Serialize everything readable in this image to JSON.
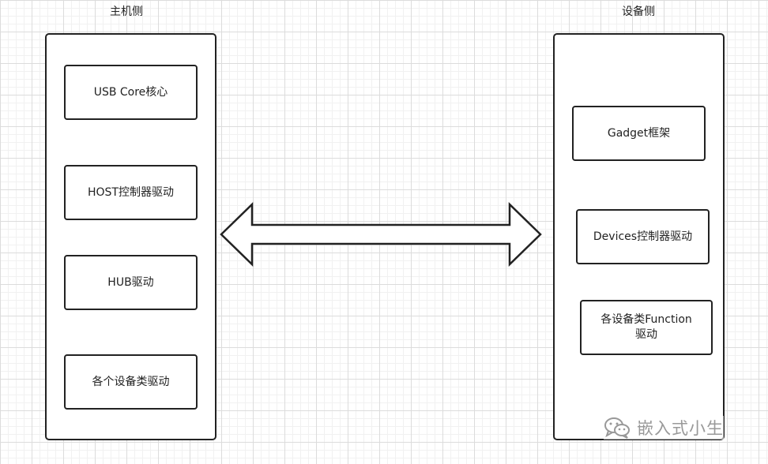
{
  "host": {
    "title": "主机侧",
    "boxes": [
      "USB Core核心",
      "HOST控制器驱动",
      "HUB驱动",
      "各个设备类驱动"
    ]
  },
  "device": {
    "title": "设备侧",
    "boxes": [
      "Gadget框架",
      "Devices控制器驱动",
      "各设备类Function\n驱动"
    ]
  },
  "watermark": {
    "text": "嵌入式小生"
  },
  "colors": {
    "stroke": "#222222",
    "watermark": "#999999"
  }
}
